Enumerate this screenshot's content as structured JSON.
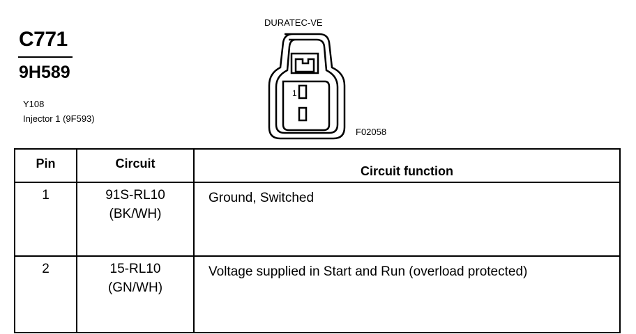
{
  "header": {
    "connector_id": "C771",
    "part_number": "9H589",
    "ref_id": "Y108",
    "component": "Injector 1 (9F593)"
  },
  "diagram": {
    "engine_label": "DURATEC-VE",
    "figure_code": "F02058",
    "pin_marker": "1"
  },
  "table": {
    "headers": {
      "pin": "Pin",
      "circuit": "Circuit",
      "function": "Circuit function"
    },
    "rows": [
      {
        "pin": "1",
        "circuit": "91S-RL10",
        "color": "(BK/WH)",
        "function": "Ground, Switched"
      },
      {
        "pin": "2",
        "circuit": "15-RL10",
        "color": "(GN/WH)",
        "function": "Voltage supplied in Start and Run (overload protected)"
      }
    ]
  }
}
